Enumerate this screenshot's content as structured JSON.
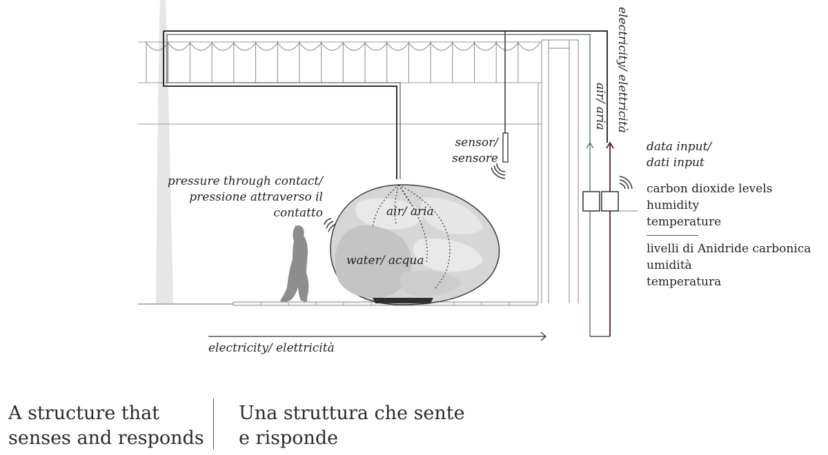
{
  "labels": {
    "electricity_vertical": "electricity/ elettricità",
    "air_vertical": "air/ aria",
    "sensor": [
      "sensor/",
      "sensore"
    ],
    "pressure": [
      "pressure through contact/",
      "pressione attraverso il",
      "contatto"
    ],
    "air_in_sphere": "air/ aria",
    "water_in_sphere": "water/ acqua",
    "electricity_bottom": "electricity/ elettricità",
    "data_input": [
      "data input/",
      "dati input"
    ]
  },
  "legend": {
    "english": [
      "carbon dioxide levels",
      "humidity",
      "temperature"
    ],
    "italian": [
      "livelli di Anidride carbonica",
      "umidità",
      "temperatura"
    ]
  },
  "caption": {
    "english": [
      "A structure that",
      "senses and responds"
    ],
    "italian": [
      "Una struttura che sente",
      "e risponde"
    ]
  },
  "icons": [
    "tree-trunk-icon",
    "person-silhouette-icon",
    "sensor-signal-icon",
    "pressure-signal-icon",
    "data-signal-icon"
  ],
  "colors": {
    "line": "#2f2f2f",
    "air_line": "#4f6e63",
    "sphere": "#d6d6d6"
  }
}
